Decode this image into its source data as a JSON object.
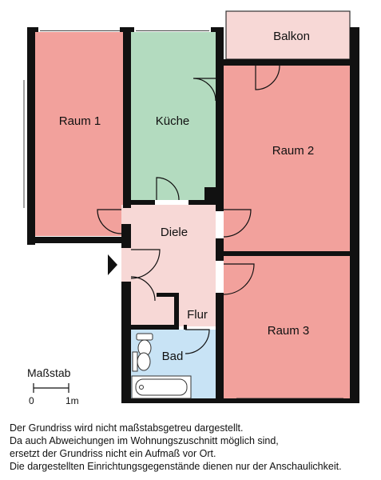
{
  "rooms": {
    "raum1": "Raum 1",
    "kueche": "Küche",
    "balkon": "Balkon",
    "raum2": "Raum 2",
    "diele": "Diele",
    "raum3": "Raum 3",
    "flur": "Flur",
    "bad": "Bad"
  },
  "scale": {
    "title": "Maßstab",
    "start": "0",
    "end": "1m"
  },
  "disclaimer": [
    "Der Grundriss wird nicht maßstabsgetreu dargestellt.",
    "Da auch Abweichungen im Wohnungszuschnitt möglich sind,",
    "ersetzt der Grundriss nicht ein Aufmaß vor Ort.",
    "Die dargestellten Einrichtungsgegenstände dienen nur der Anschaulichkeit."
  ],
  "colors": {
    "room": "#f2a19c",
    "kitchen": "#b3dbbf",
    "hall": "#f7d8d6",
    "bath": "#c8e3f5",
    "wall": "#111111"
  }
}
